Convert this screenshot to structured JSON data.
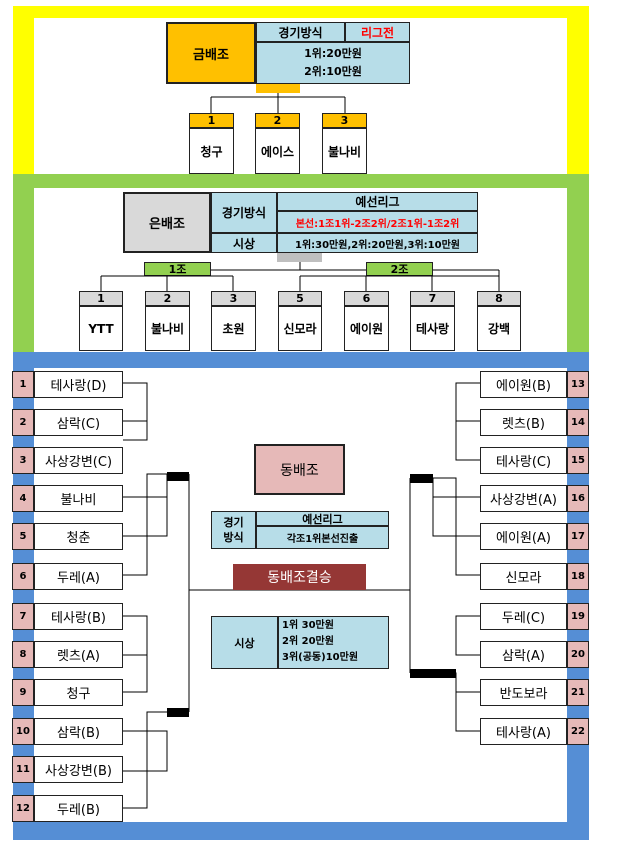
{
  "colors": {
    "gold_frame": "#ffff00",
    "silver_frame": "#92d050",
    "bronze_frame": "#558ed5",
    "gold_box": "#ffc000",
    "silver_box": "#d9d9d9",
    "bronze_box": "#e6b9b8",
    "info_box": "#b7dde8",
    "final_box": "#953735",
    "green_label": "#92d050",
    "red_text": "#ff0000"
  },
  "gold": {
    "group_name": "금배조",
    "format_label": "경기방식",
    "format_value": "리그전",
    "prize_1": "1위:20만원",
    "prize_2": "2위:10만원",
    "teams": [
      {
        "num": "1",
        "name": "청구"
      },
      {
        "num": "2",
        "name": "에이스"
      },
      {
        "num": "3",
        "name": "불나비"
      }
    ]
  },
  "silver": {
    "group_name": "은배조",
    "format_label": "경기방식",
    "format_value": "예선리그",
    "advance_rule": "본선:1조1위-2조2위/2조1위-1조2위",
    "prize_label": "시상",
    "prize_value": "1위:30만원,2위:20만원,3위:10만원",
    "group1_label": "1조",
    "group2_label": "2조",
    "teams": [
      {
        "num": "1",
        "name": "YTT"
      },
      {
        "num": "2",
        "name": "불나비"
      },
      {
        "num": "3",
        "name": "초원"
      },
      {
        "num": "5",
        "name": "신모라"
      },
      {
        "num": "6",
        "name": "에이원"
      },
      {
        "num": "7",
        "name": "테사랑"
      },
      {
        "num": "8",
        "name": "강백"
      }
    ]
  },
  "bronze": {
    "group_name": "동배조",
    "format_label_1": "경기",
    "format_label_2": "방식",
    "format_value": "예선리그",
    "format_rule": "각조1위본선진출",
    "final_label": "동배조결승",
    "prize_label": "시상",
    "prize_1": "1위 30만원",
    "prize_2": "2위 20만원",
    "prize_3": "3위(공동)10만원",
    "left_teams": [
      {
        "num": "1",
        "name": "테사랑(D)"
      },
      {
        "num": "2",
        "name": "삼락(C)"
      },
      {
        "num": "3",
        "name": "사상강변(C)"
      },
      {
        "num": "4",
        "name": "불나비"
      },
      {
        "num": "5",
        "name": "청춘"
      },
      {
        "num": "6",
        "name": "두레(A)"
      },
      {
        "num": "7",
        "name": "테사랑(B)"
      },
      {
        "num": "8",
        "name": "렛츠(A)"
      },
      {
        "num": "9",
        "name": "청구"
      },
      {
        "num": "10",
        "name": "삼락(B)"
      },
      {
        "num": "11",
        "name": "사상강변(B)"
      },
      {
        "num": "12",
        "name": "두레(B)"
      }
    ],
    "right_teams": [
      {
        "num": "13",
        "name": "에이원(B)"
      },
      {
        "num": "14",
        "name": "렛츠(B)"
      },
      {
        "num": "15",
        "name": "테사랑(C)"
      },
      {
        "num": "16",
        "name": "사상강변(A)"
      },
      {
        "num": "17",
        "name": "에이원(A)"
      },
      {
        "num": "18",
        "name": "신모라"
      },
      {
        "num": "19",
        "name": "두레(C)"
      },
      {
        "num": "20",
        "name": "삼락(A)"
      },
      {
        "num": "21",
        "name": "반도보라"
      },
      {
        "num": "22",
        "name": "테사랑(A)"
      }
    ]
  }
}
